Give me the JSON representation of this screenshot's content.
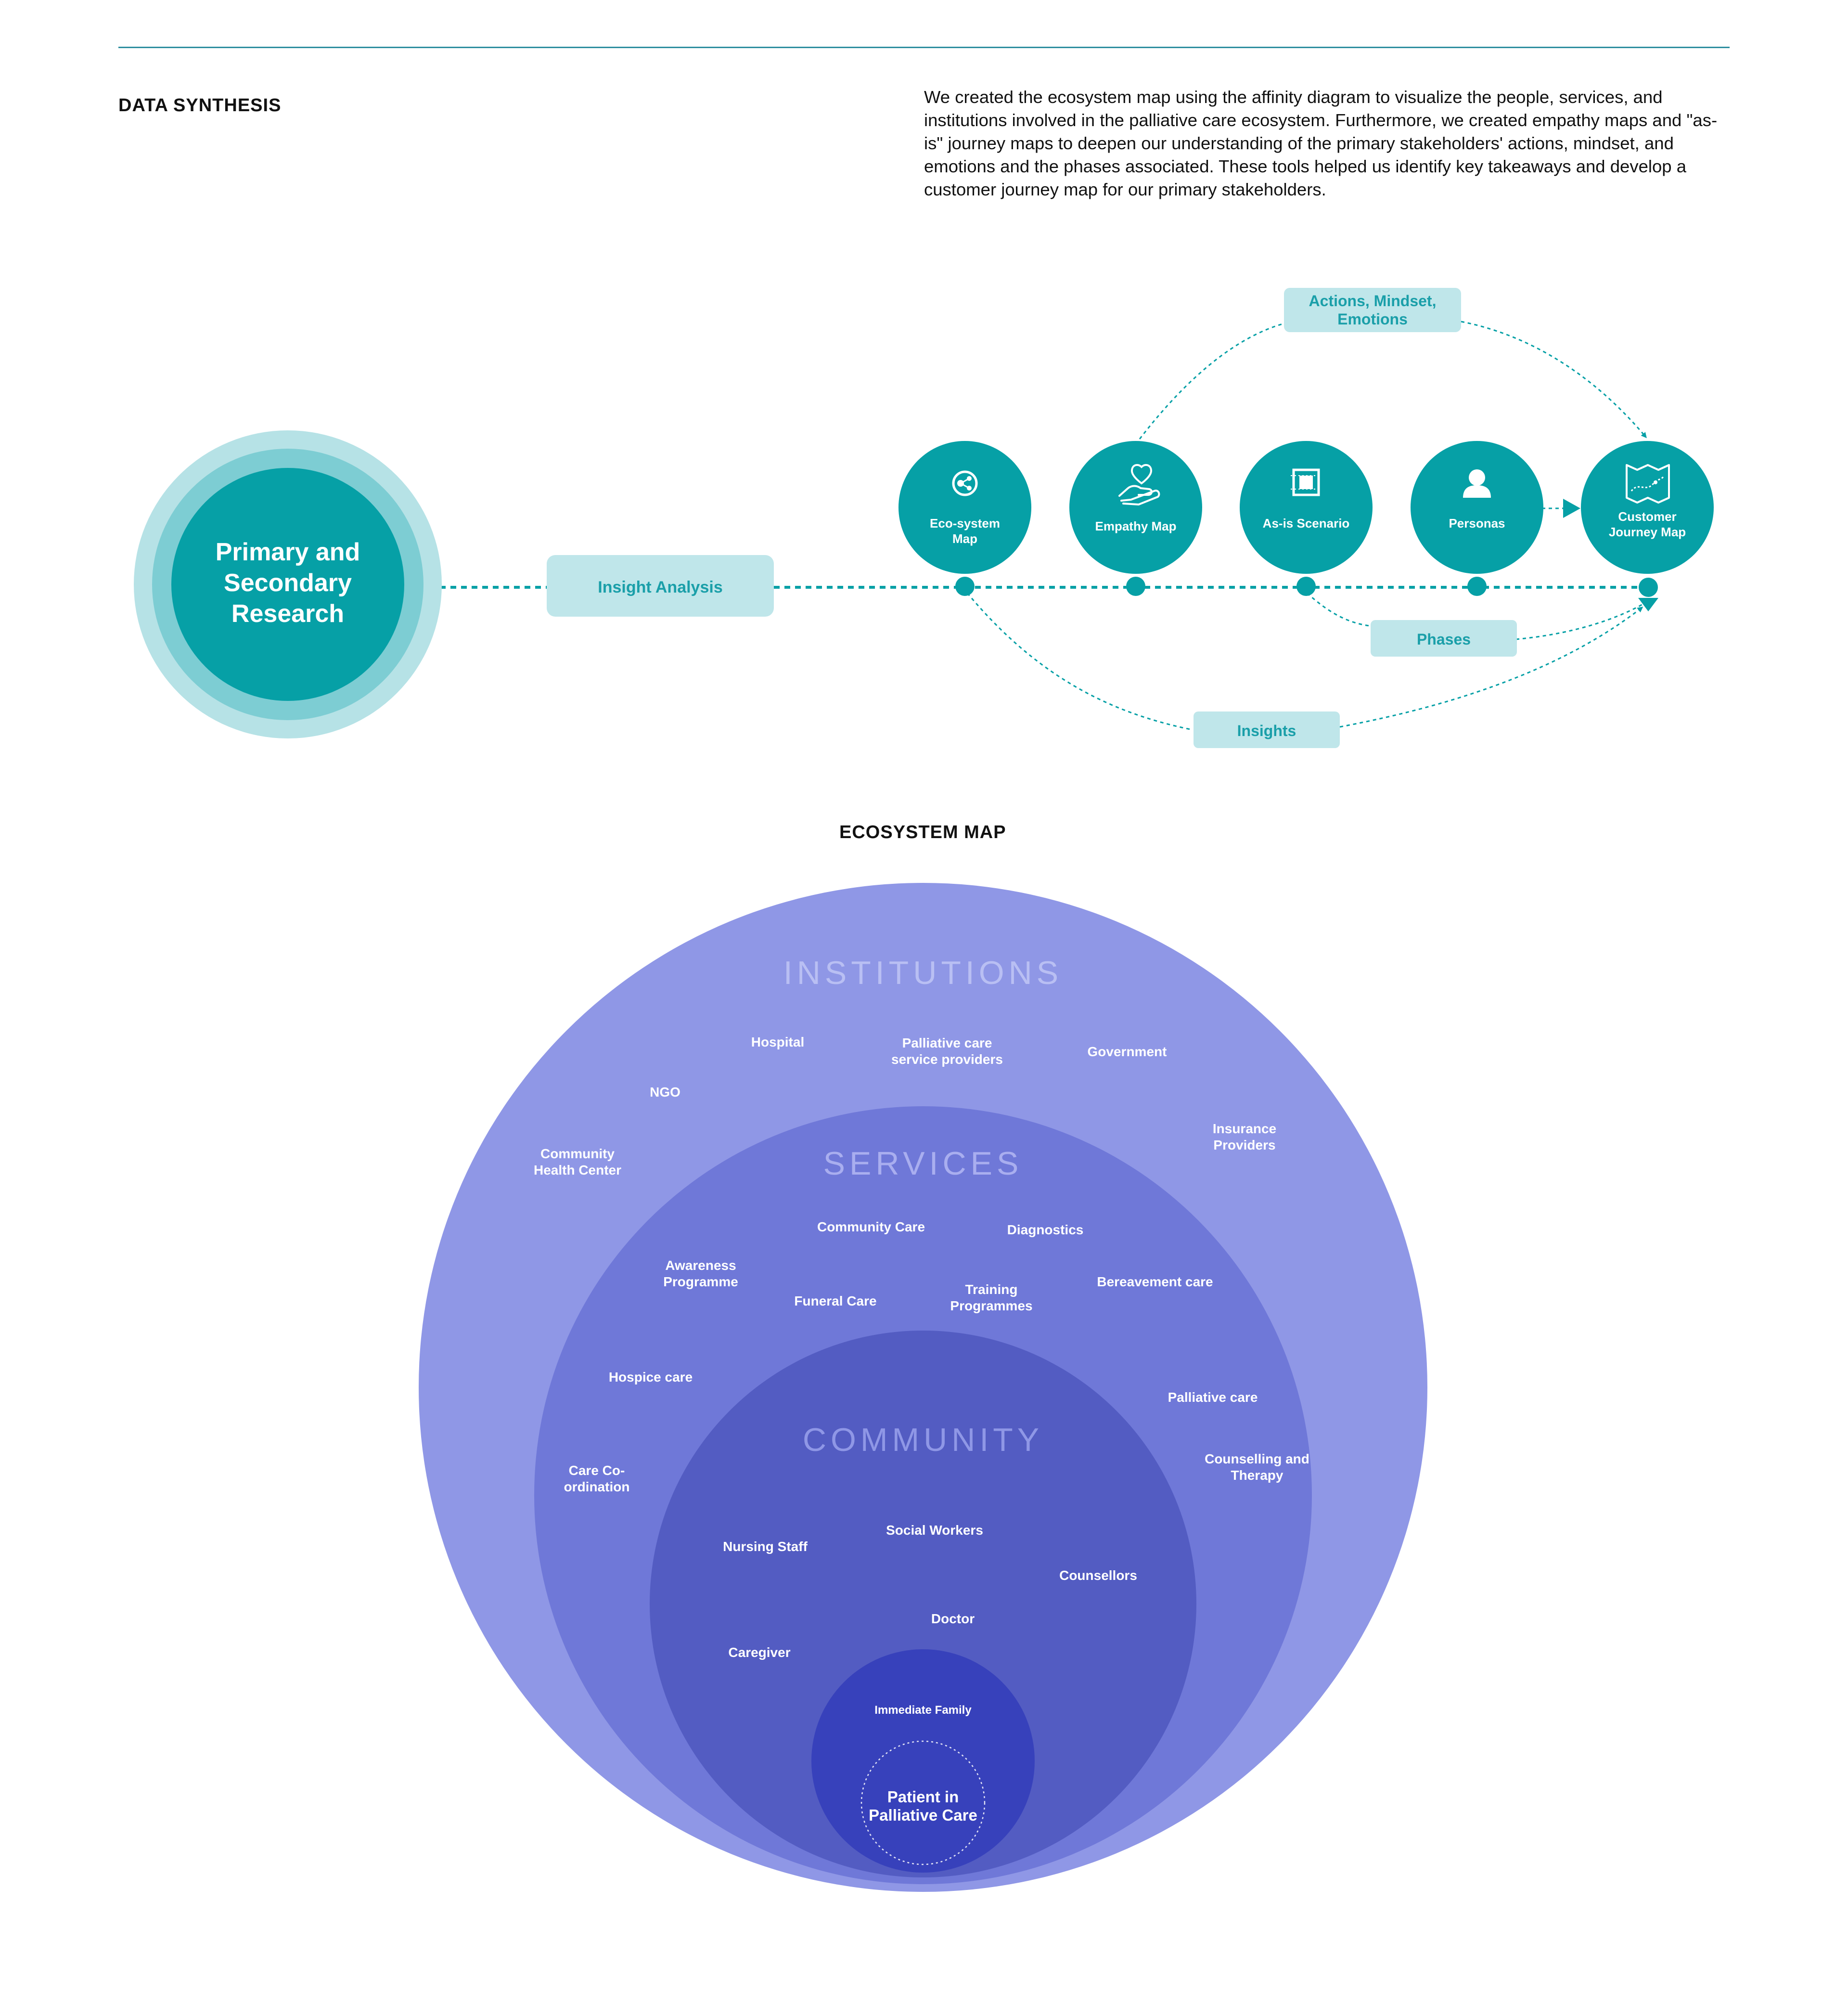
{
  "header": {
    "title": "DATA SYNTHESIS",
    "description": "We created the ecosystem map using the affinity diagram to visualize the people, services, and institutions involved in the palliative care ecosystem. Furthermore, we created empathy maps and \"as-is\" journey maps to deepen our understanding of the primary stakeholders' actions, mindset, and emotions and the phases associated. These tools helped us identify key takeaways and develop a customer journey map for our primary stakeholders."
  },
  "process": {
    "source": [
      "Primary and",
      "Secondary",
      "Research"
    ],
    "insight_analysis": "Insight Analysis",
    "steps": [
      {
        "label": [
          "Eco-system",
          "Map"
        ],
        "icon": "ecosystem-icon"
      },
      {
        "label": [
          "Empathy Map"
        ],
        "icon": "empathy-icon"
      },
      {
        "label": [
          "As-is Scenario"
        ],
        "icon": "scenario-icon"
      },
      {
        "label": [
          "Personas"
        ],
        "icon": "persona-icon"
      },
      {
        "label": [
          "Customer",
          "Journey Map"
        ],
        "icon": "journey-map-icon"
      }
    ],
    "actions_mindset": [
      "Actions, Mindset,",
      "Emotions"
    ],
    "phases": "Phases",
    "insights": "Insights"
  },
  "ecosystem": {
    "title": "ECOSYSTEM MAP",
    "rings": [
      {
        "name": "INSTITUTIONS",
        "items": [
          [
            "Hospital"
          ],
          [
            "Palliative care",
            "service providers"
          ],
          [
            "Government"
          ],
          [
            "NGO"
          ],
          [
            "Insurance",
            "Providers"
          ],
          [
            "Community",
            "Health Center"
          ]
        ]
      },
      {
        "name": "SERVICES",
        "items": [
          [
            "Community Care"
          ],
          [
            "Diagnostics"
          ],
          [
            "Awareness",
            "Programme"
          ],
          [
            "Funeral Care"
          ],
          [
            "Training",
            "Programmes"
          ],
          [
            "Bereavement care"
          ],
          [
            "Hospice care"
          ],
          [
            "Palliative care"
          ],
          [
            "Counselling and",
            "Therapy"
          ],
          [
            "Care Co-",
            "ordination"
          ]
        ]
      },
      {
        "name": "COMMUNITY",
        "items": [
          [
            "Social Workers"
          ],
          [
            "Nursing Staff"
          ],
          [
            "Counsellors"
          ],
          [
            "Doctor"
          ],
          [
            "Caregiver"
          ]
        ]
      }
    ],
    "family": "Immediate Family",
    "patient": [
      "Patient in",
      "Palliative Care"
    ]
  },
  "colors": {
    "teal": "#06a0a6",
    "teal_light": "#b6e2e6",
    "teal_mid": "#7dcdd3",
    "teal_box": "#bfe6ea",
    "teal_text": "#1a9fa9",
    "ring_institutions": "#8f97e6",
    "ring_services": "#6f78d8",
    "ring_community": "#535cc2",
    "ring_family": "#3741bb",
    "ring_label": "#b9bff3"
  }
}
